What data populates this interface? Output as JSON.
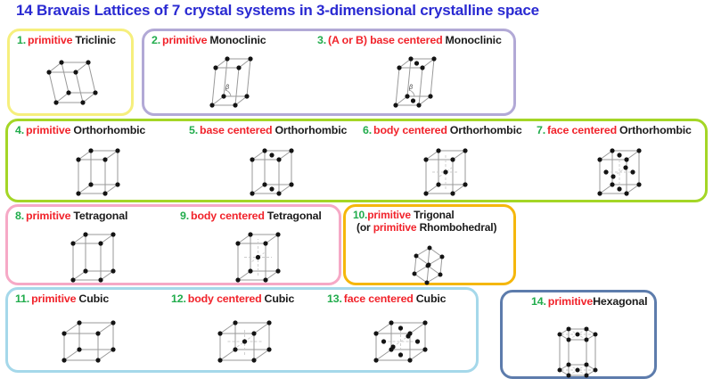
{
  "title": "14 Bravais Lattices of 7 crystal systems in 3-dimensional crystalline space",
  "colors": {
    "title_blue": "#2a2ad2",
    "number_green": "#21ac4c",
    "centering_red": "#f1232b",
    "system_black": "#1b1b1b",
    "figure_line": "#999999",
    "figure_line_light": "#cccccc",
    "figure_dot": "#141414"
  },
  "figure_meta": {
    "beta_symbol": "β"
  },
  "groups": [
    {
      "name": "Triclinic",
      "border": "#f6ef7d"
    },
    {
      "name": "Monoclinic",
      "border": "#b2a9d6"
    },
    {
      "name": "Orthorhombic",
      "border": "#a4d626"
    },
    {
      "name": "Tetragonal",
      "border": "#f6a9c6"
    },
    {
      "name": "Trigonal",
      "border": "#f5b70c"
    },
    {
      "name": "Cubic",
      "border": "#a5d8ea"
    },
    {
      "name": "Hexagonal",
      "border": "#5d7cac"
    }
  ],
  "cells": [
    {
      "num": "1.",
      "desc": "primitive",
      "system": "Triclinic",
      "figure": "triclinic"
    },
    {
      "num": "2.",
      "desc": "primitive",
      "system": "Monoclinic",
      "figure": "monoclinic"
    },
    {
      "num": "3.",
      "desc": "(A or B) base centered",
      "system": "Monoclinic",
      "figure": "monoclinic-base"
    },
    {
      "num": "4.",
      "desc": "primitive",
      "system": "Orthorhombic",
      "figure": "ortho"
    },
    {
      "num": "5.",
      "desc": "base centered",
      "system": "Orthorhombic",
      "figure": "ortho-base"
    },
    {
      "num": "6.",
      "desc": "body centered",
      "system": "Orthorhombic",
      "figure": "ortho-body"
    },
    {
      "num": "7.",
      "desc": "face centered",
      "system": "Orthorhombic",
      "figure": "ortho-face"
    },
    {
      "num": "8.",
      "desc": "primitive",
      "system": "Tetragonal",
      "figure": "tetra"
    },
    {
      "num": "9.",
      "desc": "body centered",
      "system": "Tetragonal",
      "figure": "tetra-body"
    },
    {
      "num": "10.",
      "desc": "primitive",
      "system": "Trigonal",
      "line2_pre": "(or ",
      "line2_desc": "primitive",
      "line2_post": " Rhombohedral)",
      "figure": "rhombo"
    },
    {
      "num": "11.",
      "desc": "primitive",
      "system": "Cubic",
      "figure": "cubic"
    },
    {
      "num": "12.",
      "desc": "body centered",
      "system": "Cubic",
      "figure": "cubic-body"
    },
    {
      "num": "13.",
      "desc": "face centered",
      "system": "Cubic",
      "figure": "cubic-face"
    },
    {
      "num": "14.",
      "desc": "primitive",
      "system": "Hexagonal",
      "figure": "hex"
    }
  ]
}
